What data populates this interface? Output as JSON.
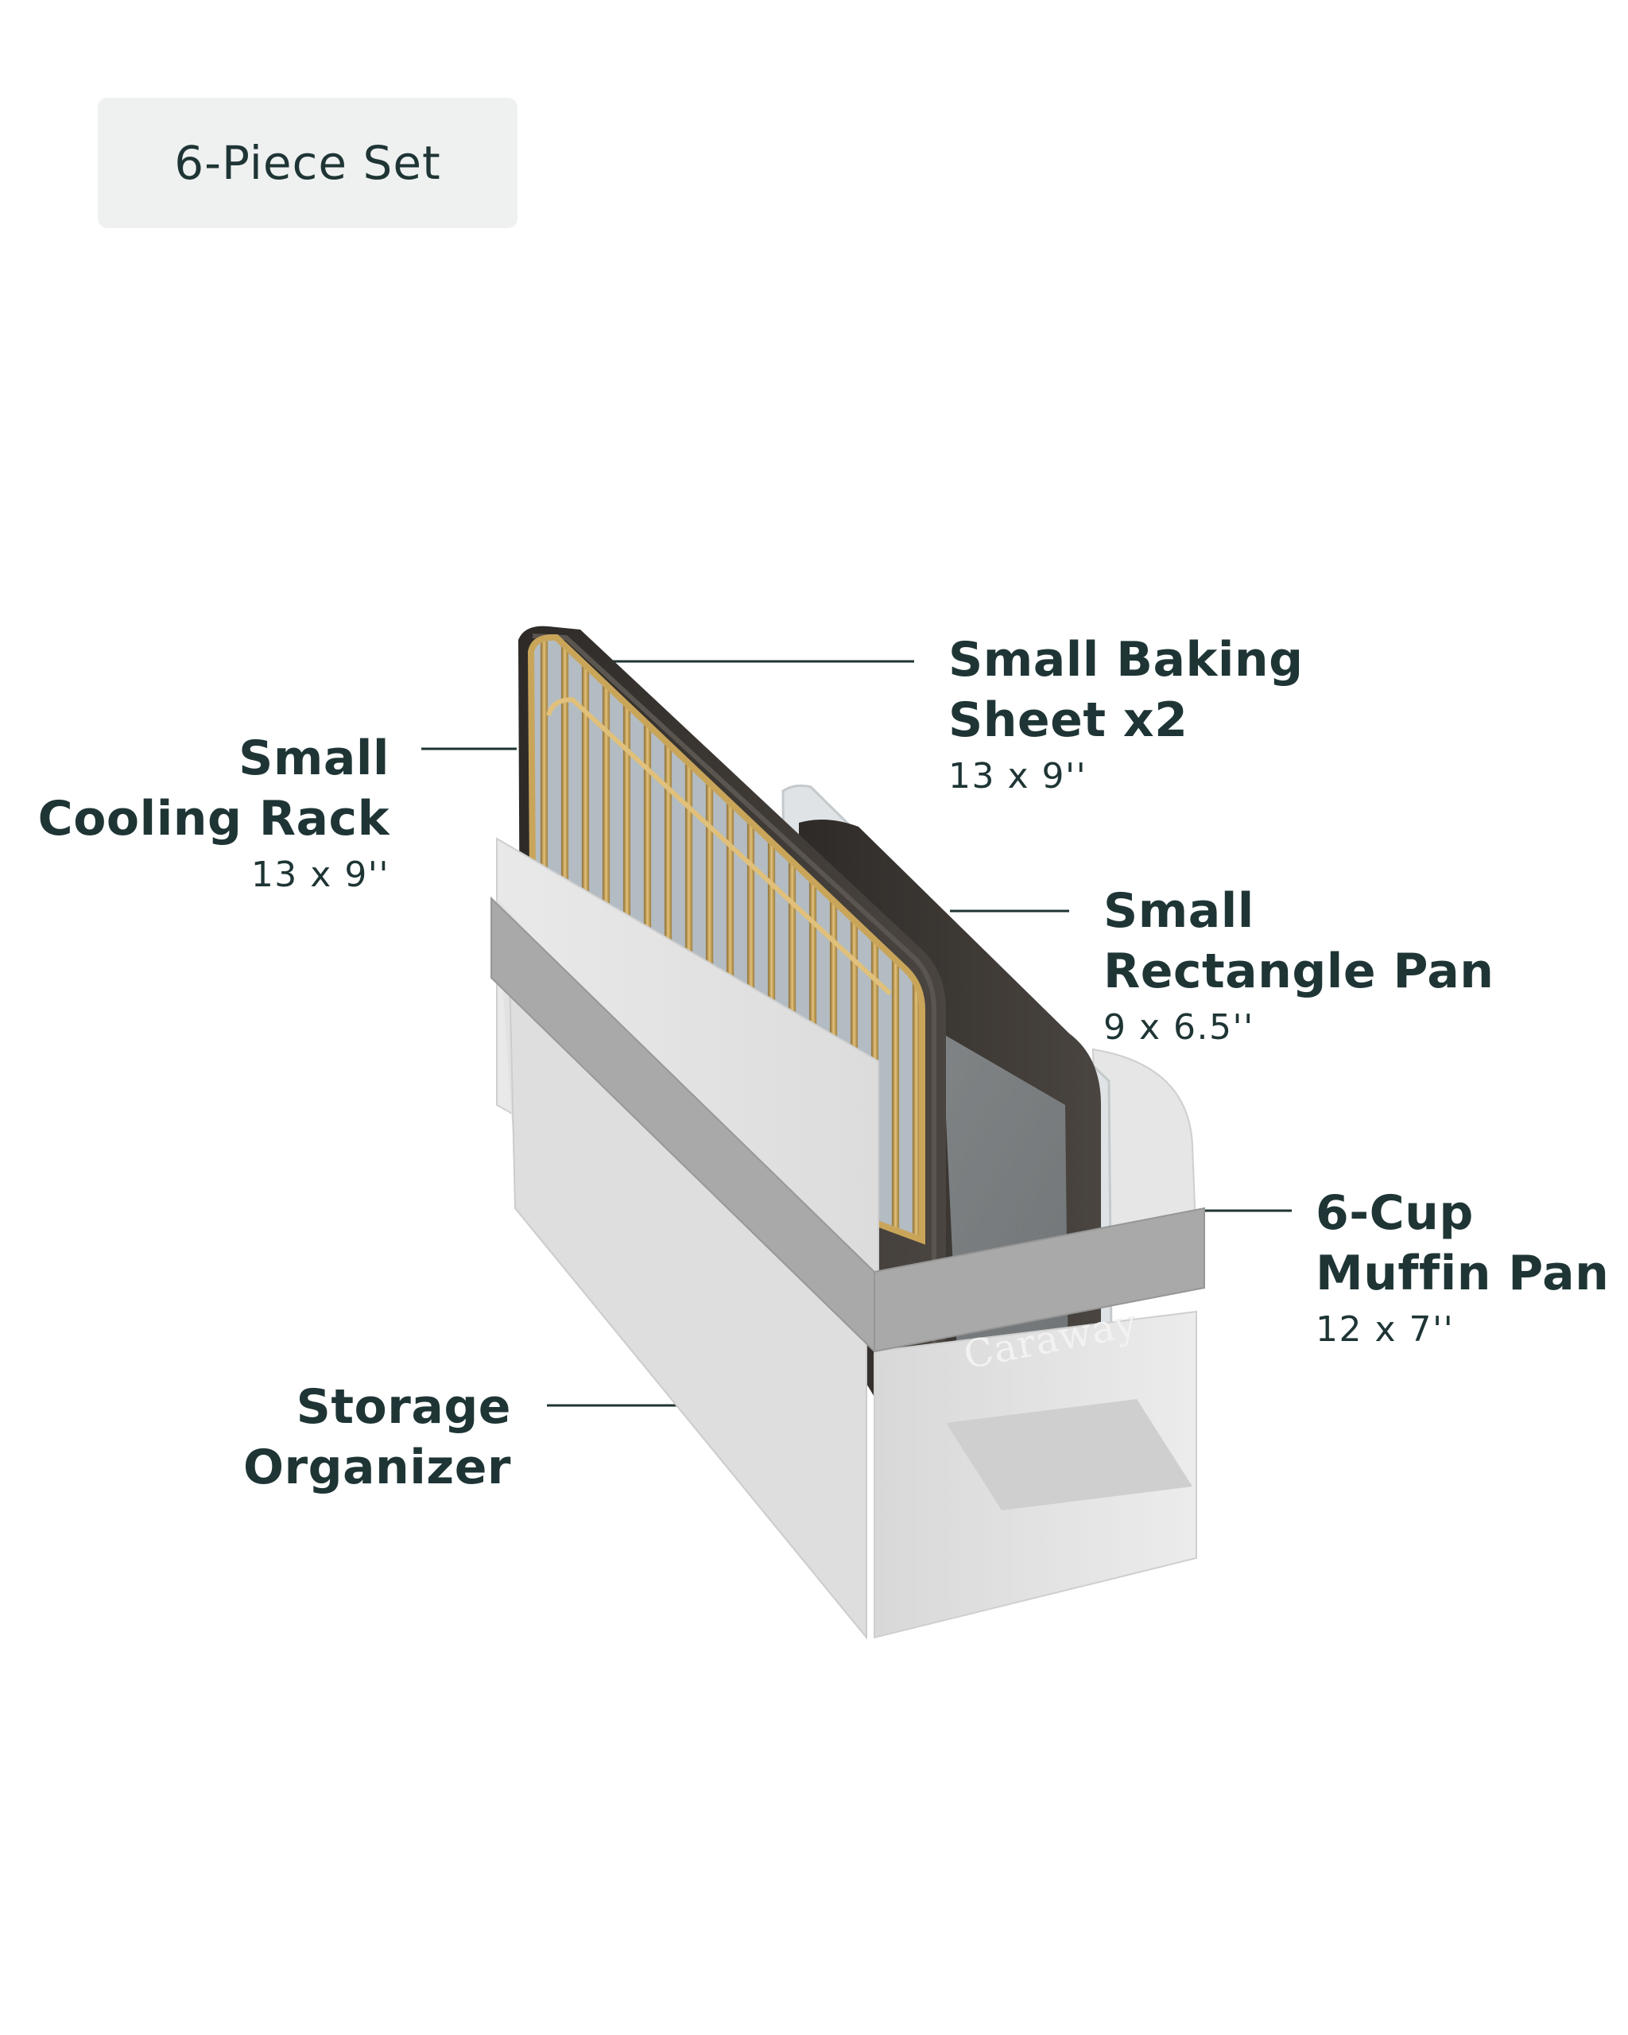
{
  "badge": {
    "text": "6-Piece Set"
  },
  "brand": {
    "name": "Caraway"
  },
  "components": {
    "cooling_rack": {
      "line1": "Small",
      "line2": "Cooling Rack",
      "size": "13 x 9''"
    },
    "baking_sheet": {
      "line1": "Small Baking",
      "line2": "Sheet x2",
      "size": "13 x 9''"
    },
    "rectangle_pan": {
      "line1": "Small",
      "line2": "Rectangle Pan",
      "size": "9 x 6.5''"
    },
    "muffin_pan": {
      "line1": "6-Cup",
      "line2": "Muffin Pan",
      "size": "12 x 7''"
    },
    "storage_organizer": {
      "line1": "Storage",
      "line2": "Organizer"
    }
  },
  "colors": {
    "text": "#1f3535",
    "badge_bg": "#eff1f1",
    "fabric_light": "#e4e4e4",
    "fabric_band": "#a9a9a9",
    "pan_dark": "#3a3632",
    "rack_gold": "#c9a55a"
  }
}
